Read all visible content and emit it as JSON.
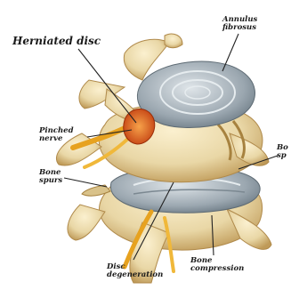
{
  "labels": {
    "herniated_disc": "Herniated disc",
    "annulus_fibrosus": [
      "Annulus",
      "fibrosus"
    ],
    "pinched_nerve": [
      "Pinched",
      "nerve"
    ],
    "bone_spurs": [
      "Bone",
      "spurs"
    ],
    "bone_spurs_right": [
      "Bo",
      "sp"
    ],
    "disc_degeneration": [
      "Disc",
      "degeneration"
    ],
    "bone_compression": [
      "Bone",
      "compression"
    ]
  },
  "colors": {
    "bone": "#e9d7a6",
    "bone_shadow": "#c9a866",
    "disc": "#9ba7b0",
    "disc_light": "#c9d2d8",
    "nerve": "#e7a21f",
    "hernia": "#d85a1a",
    "leader": "#222222"
  }
}
